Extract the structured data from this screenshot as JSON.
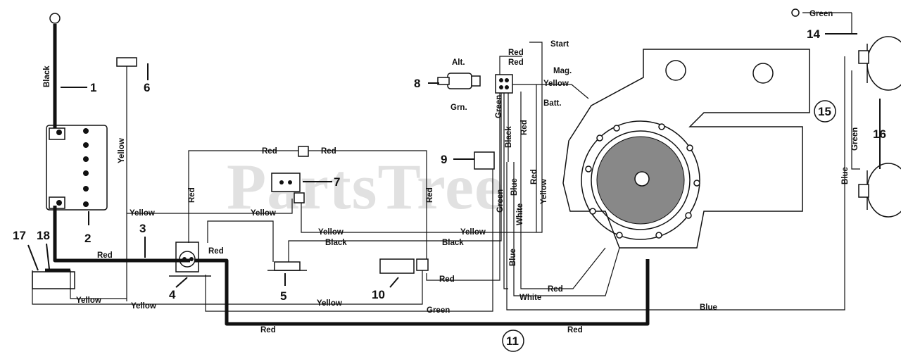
{
  "watermark": "PartsTree",
  "callouts": {
    "c1": "1",
    "c2": "2",
    "c3": "3",
    "c4": "4",
    "c5": "5",
    "c6": "6",
    "c7": "7",
    "c8": "8",
    "c9": "9",
    "c10": "10",
    "c11": "11",
    "c14": "14",
    "c15": "15",
    "c16": "16",
    "c17": "17",
    "c18": "18"
  },
  "switch_labels": {
    "alt": "Alt.",
    "grn": "Grn.",
    "start": "Start",
    "mag": "Mag.",
    "batt": "Batt."
  },
  "wire_labels": {
    "black_battery": "Black",
    "yellow_vertical_left": "Yellow",
    "red_main": "Red",
    "yellow_bottom_left": "Yellow",
    "yellow_bottom_mid": "Yellow",
    "yellow_bottom_right": "Yellow",
    "red_solenoid_top": "Red",
    "yellow_mid_left": "Yellow",
    "yellow_mid": "Yellow",
    "red_loop_vertical": "Red",
    "red_relay_left": "Red",
    "red_relay_right": "Red",
    "red_relay_vertical": "Red",
    "yellow_relay_long_left": "Yellow",
    "yellow_relay_long_right": "Yellow",
    "black_long_left": "Black",
    "black_long_right": "Black",
    "red_to_10": "Red",
    "green_bottom": "Green",
    "red_bottom_left": "Red",
    "red_bottom_right": "Red",
    "red_switch_top": "Red",
    "red_switch_top2": "Red",
    "green_switch_vertical": "Green",
    "black_switch_vertical": "Black",
    "red_switch_vertical": "Red",
    "yellow_switch": "Yellow",
    "yellow_switch_vertical": "Yellow",
    "red_switch_vertical2": "Red",
    "green_lower_vertical": "Green",
    "blue_lower_vertical": "Blue",
    "white_lower_vertical": "White",
    "blue_left_vertical": "Blue",
    "red_engine": "Red",
    "white_engine": "White",
    "blue_engine": "Blue",
    "green_lights": "Green",
    "green_lights_vertical": "Green",
    "blue_lights_vertical": "Blue"
  }
}
